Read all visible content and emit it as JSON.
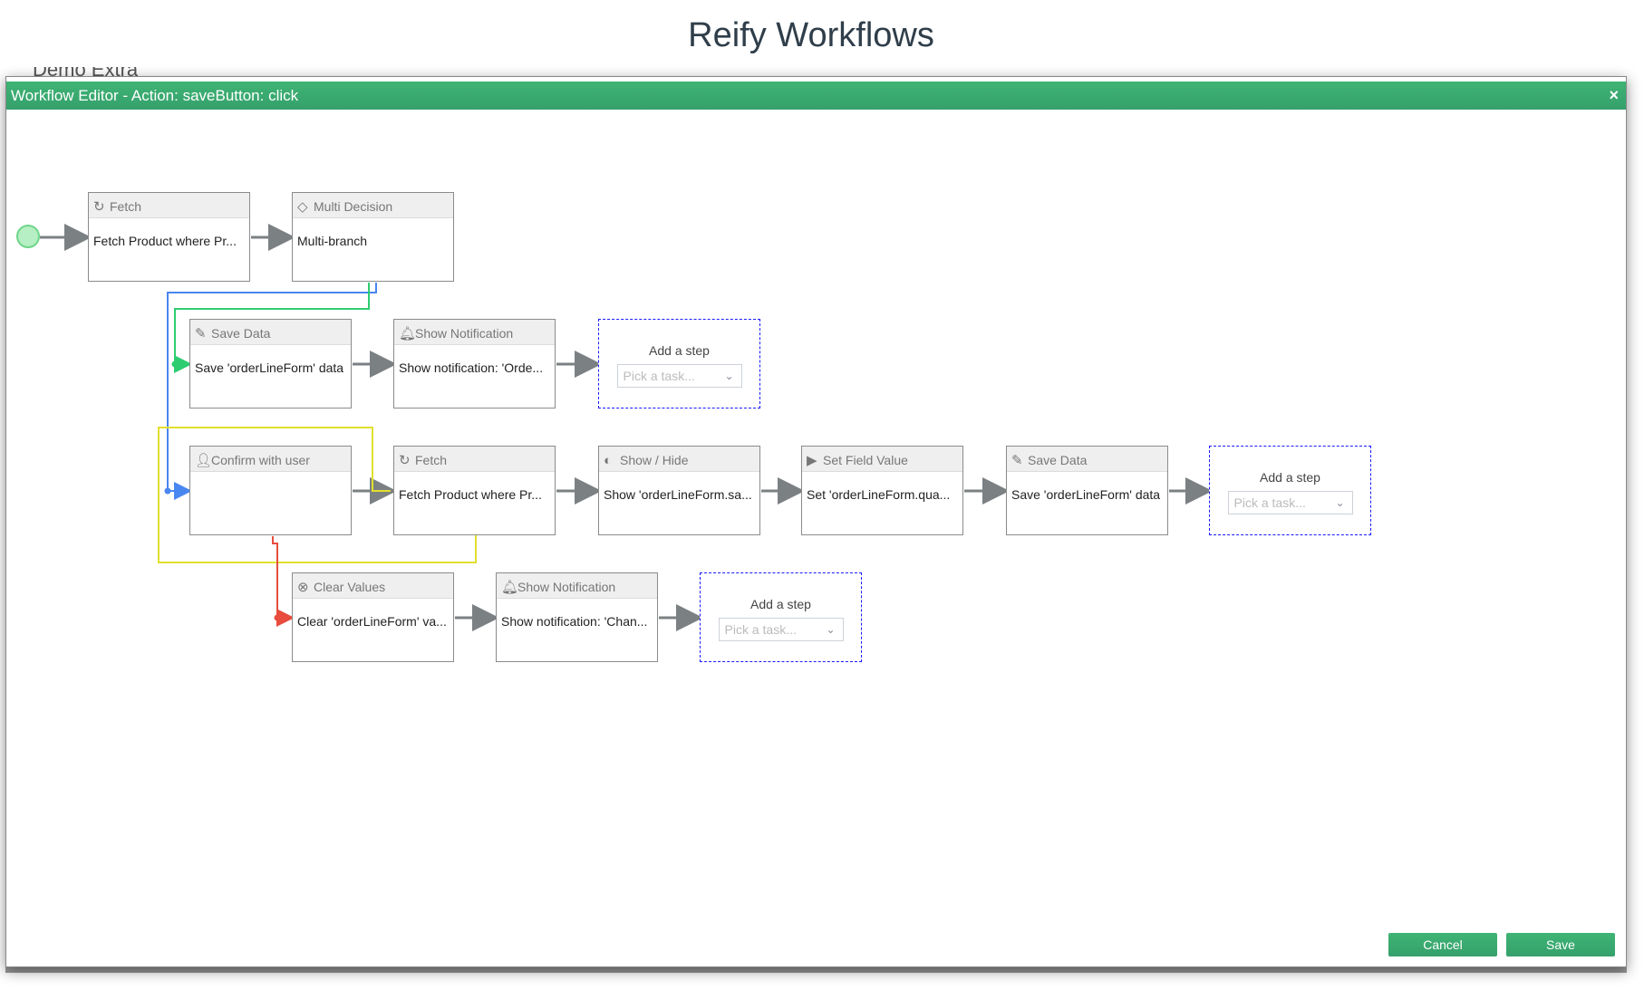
{
  "page_title": "Reify Workflows",
  "background": {
    "app_name": "Demo Extra"
  },
  "dialog": {
    "title": "Workflow Editor - Action: saveButton: click",
    "close_label": "×",
    "cancel_label": "Cancel",
    "save_label": "Save",
    "accent": "#3aa86f"
  },
  "steps": [
    {
      "type": "Fetch",
      "icon": "refresh-icon",
      "glyph": "↻",
      "desc": "Fetch Product where Pr..."
    },
    {
      "type": "Multi Decision",
      "icon": "diamond-icon",
      "glyph": "◇",
      "desc": "Multi-branch"
    },
    {
      "type": "Save Data",
      "icon": "pencil-icon",
      "glyph": "✎",
      "desc": "Save 'orderLineForm' data"
    },
    {
      "type": "Show Notification",
      "icon": "bell-icon",
      "glyph": "🔔︎",
      "desc": "Show notification: 'Orde..."
    },
    {
      "type": "Confirm with user",
      "icon": "user-check-icon",
      "glyph": "👤︎",
      "desc": ""
    },
    {
      "type": "Fetch",
      "icon": "refresh-icon",
      "glyph": "↻",
      "desc": "Fetch Product where Pr..."
    },
    {
      "type": "Show / Hide",
      "icon": "eye-slash-icon",
      "glyph": "◐",
      "desc": "Show 'orderLineForm.sa..."
    },
    {
      "type": "Set Field Value",
      "icon": "play-circle-icon",
      "glyph": "▶",
      "desc": "Set 'orderLineForm.qua..."
    },
    {
      "type": "Save Data",
      "icon": "pencil-icon",
      "glyph": "✎",
      "desc": "Save 'orderLineForm' data"
    },
    {
      "type": "Clear Values",
      "icon": "x-circle-icon",
      "glyph": "⊗",
      "desc": "Clear 'orderLineForm' va..."
    },
    {
      "type": "Show Notification",
      "icon": "bell-icon",
      "glyph": "🔔︎",
      "desc": "Show notification: 'Chan..."
    }
  ],
  "add_step": {
    "label": "Add a step",
    "placeholder": "Pick a task..."
  },
  "wire_colors": {
    "default": "#7b8083",
    "blue": "#4a86f0",
    "green": "#2ecc71",
    "yellow": "#e2df2e",
    "red": "#e74c3c",
    "add_border": "#1a1aff"
  }
}
